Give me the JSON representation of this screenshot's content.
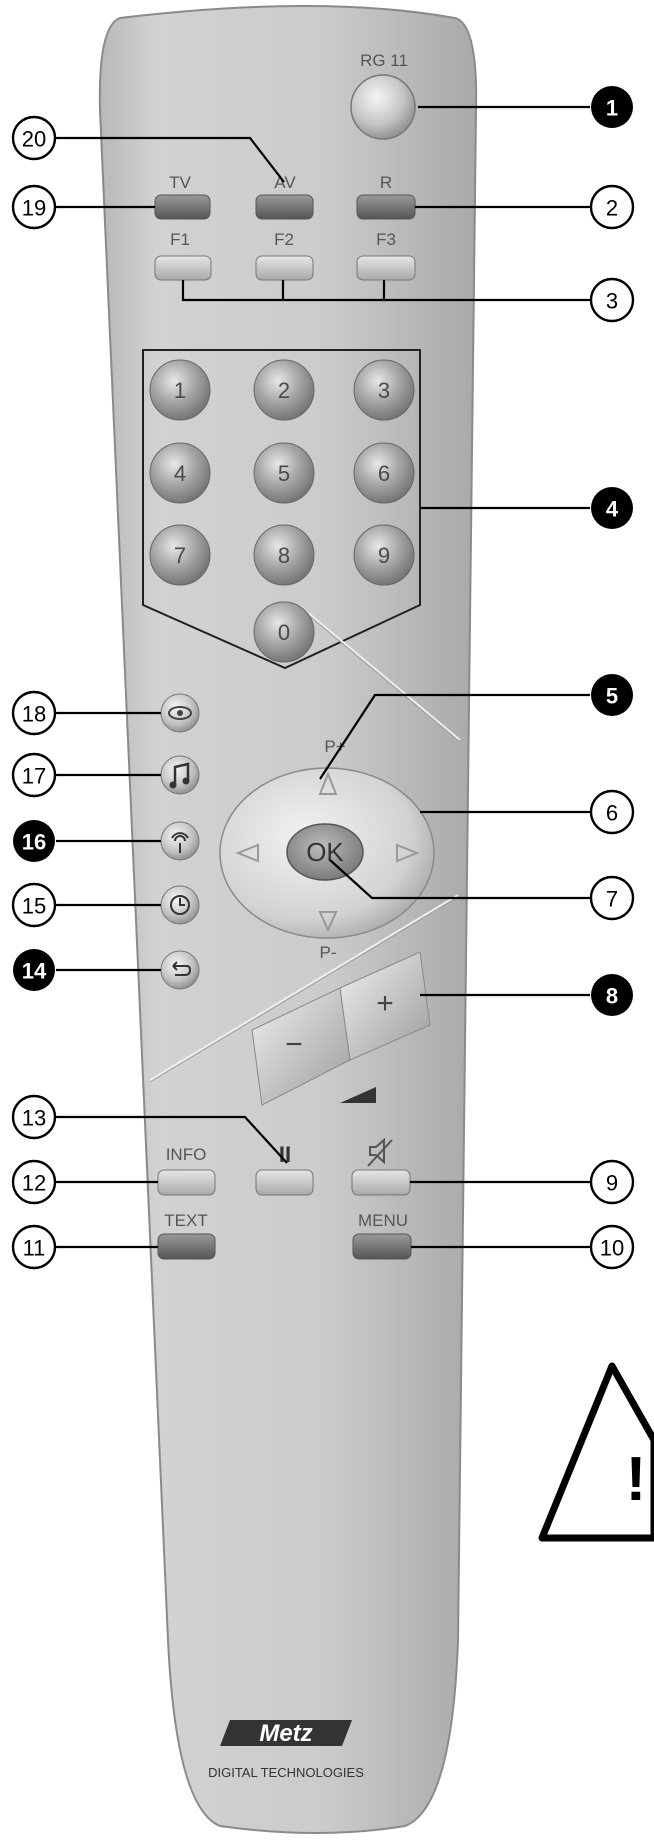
{
  "remote": {
    "model_label": "RG 11",
    "source_buttons": [
      "TV",
      "AV",
      "R"
    ],
    "function_buttons": [
      "F1",
      "F2",
      "F3"
    ],
    "number_keys": [
      "1",
      "2",
      "3",
      "4",
      "5",
      "6",
      "7",
      "8",
      "9",
      "0"
    ],
    "nav": {
      "ok": "OK",
      "prog_up": "P+",
      "prog_down": "P-"
    },
    "volume": {
      "plus": "+",
      "minus": "−"
    },
    "lower_buttons": {
      "info": "INFO",
      "pause": "II",
      "text": "TEXT",
      "menu": "MENU"
    },
    "brand": {
      "logo": "Metz",
      "tagline": "DIGITAL TECHNOLOGIES"
    }
  },
  "callouts": {
    "c1": "1",
    "c2": "2",
    "c3": "3",
    "c4": "4",
    "c5": "5",
    "c6": "6",
    "c7": "7",
    "c8": "8",
    "c9": "9",
    "c10": "10",
    "c11": "11",
    "c12": "12",
    "c13": "13",
    "c14": "14",
    "c15": "15",
    "c16": "16",
    "c17": "17",
    "c18": "18",
    "c19": "19",
    "c20": "20"
  },
  "warning": {
    "symbol": "!"
  },
  "colors": {
    "body": "#c9c9c9",
    "button": "#a9a9a9",
    "dark_button": "#7a7a7a"
  }
}
